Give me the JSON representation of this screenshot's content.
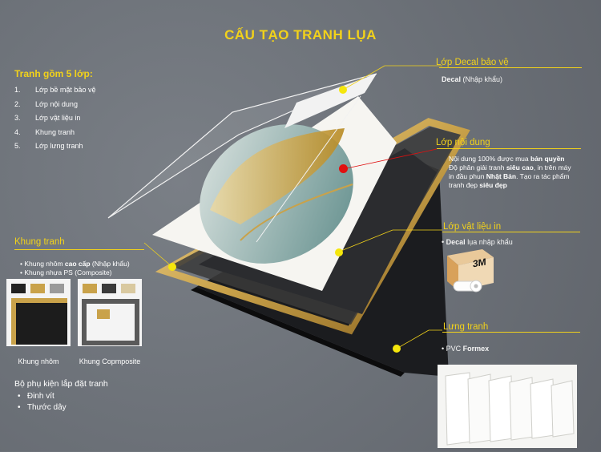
{
  "title": "CẤU TẠO TRANH LỤA",
  "layers_heading": "Tranh gồm 5 lớp:",
  "layers": [
    {
      "num": "1.",
      "label": "Lớp bề mặt bảo vệ"
    },
    {
      "num": "2.",
      "label": "Lớp nội dung"
    },
    {
      "num": "3.",
      "label": "Lớp vật liệu in"
    },
    {
      "num": "4.",
      "label": "Khung tranh"
    },
    {
      "num": "5.",
      "label": "Lớp lưng tranh"
    }
  ],
  "frame": {
    "heading": "Khung tranh",
    "bullet1_pre": "• Khung nhôm ",
    "bullet1_bold": "cao cấp",
    "bullet1_post": " (Nhập khẩu)",
    "bullet2": "• Khung  nhựa PS (Composite)",
    "caption_aluminum": "Khung nhôm",
    "caption_composite": "Khung Copmposite"
  },
  "accessories": {
    "heading": "Bộ phụ kiện lắp đặt tranh",
    "items": [
      "Đinh vít",
      "Thước dây"
    ]
  },
  "decal": {
    "heading": "Lớp Decal  bảo vệ",
    "bold": "Decal",
    "rest": " (Nhập khẩu)"
  },
  "content": {
    "heading": "Lớp nội dung",
    "line1_pre": "Nội dung 100% được mua ",
    "line1_bold": "bản quyền",
    "line2_pre": "Độ phân giải tranh ",
    "line2_bold": "siêu cao",
    "line2_post": ", in trên máy",
    "line3_pre": "in đầu phun ",
    "line3_bold": "Nhật Bản",
    "line3_post": ". Tạo ra tác phẩm",
    "line4_pre": "tranh đẹp ",
    "line4_bold": "siêu đẹp"
  },
  "material": {
    "heading": "Lớp vật liệu in",
    "bold": "Decal",
    "rest": " lụa nhập khẩu",
    "brand": "3M"
  },
  "back": {
    "heading": "Lưng tranh",
    "pre": "PVC ",
    "bold": "Formex"
  },
  "colors": {
    "accent": "#f2d21a",
    "pointer_red": "#e01010",
    "background": "#6e737a",
    "frame_gold": "#c9a24a"
  }
}
